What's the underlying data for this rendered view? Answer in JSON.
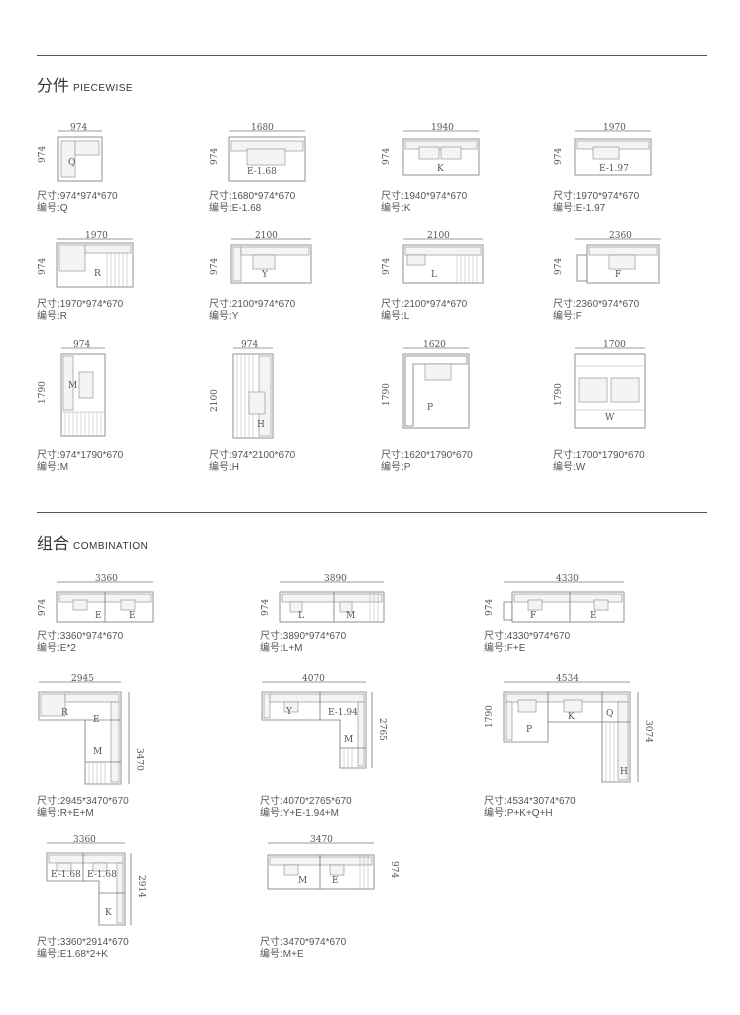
{
  "sections": {
    "piecewise": {
      "title_cn": "分件",
      "title_en": "PIECEWISE"
    },
    "combination": {
      "title_cn": "组合",
      "title_en": "COMBINATION"
    }
  },
  "spec_labels": {
    "size": "尺寸:",
    "code": "编号:"
  },
  "pieces": [
    {
      "w": "974",
      "d": "974",
      "code": "Q",
      "size": "974*974*670",
      "code_label": "Q"
    },
    {
      "w": "1680",
      "d": "974",
      "code": "E-1.68",
      "size": "1680*974*670",
      "code_label": "E-1.68"
    },
    {
      "w": "1940",
      "d": "974",
      "code": "K",
      "size": "1940*974*670",
      "code_label": "K"
    },
    {
      "w": "1970",
      "d": "974",
      "code": "E-1.97",
      "size": "1970*974*670",
      "code_label": "E-1.97"
    },
    {
      "w": "1970",
      "d": "974",
      "code": "R",
      "size": "1970*974*670",
      "code_label": "R"
    },
    {
      "w": "2100",
      "d": "974",
      "code": "Y",
      "size": "2100*974*670",
      "code_label": "Y"
    },
    {
      "w": "2100",
      "d": "974",
      "code": "L",
      "size": "2100*974*670",
      "code_label": "L"
    },
    {
      "w": "2360",
      "d": "974",
      "code": "F",
      "size": "2360*974*670",
      "code_label": "F"
    },
    {
      "w": "974",
      "d": "1790",
      "code": "M",
      "size": "974*1790*670",
      "code_label": "M"
    },
    {
      "w": "974",
      "d": "2100",
      "code": "H",
      "size": "974*2100*670",
      "code_label": "H"
    },
    {
      "w": "1620",
      "d": "1790",
      "code": "P",
      "size": "1620*1790*670",
      "code_label": "P"
    },
    {
      "w": "1700",
      "d": "1790",
      "code": "W",
      "size": "1700*1790*670",
      "code_label": "W"
    }
  ],
  "combos": [
    {
      "w": "3360",
      "d": "974",
      "codes": [
        "E",
        "E"
      ],
      "size": "3360*974*670",
      "code_label": "E*2"
    },
    {
      "w": "3890",
      "d": "974",
      "codes": [
        "L",
        "M"
      ],
      "size": "3890*974*670",
      "code_label": "L+M"
    },
    {
      "w": "4330",
      "d": "974",
      "codes": [
        "F",
        "E"
      ],
      "size": "4330*974*670",
      "code_label": "F+E"
    },
    {
      "w": "2945",
      "d": "3470",
      "codes": [
        "R",
        "E",
        "M"
      ],
      "size": "2945*3470*670",
      "code_label": "R+E+M"
    },
    {
      "w": "4070",
      "d": "2765",
      "codes": [
        "Y",
        "E-1.94",
        "M"
      ],
      "size": "4070*2765*670",
      "code_label": "Y+E-1.94+M"
    },
    {
      "w": "4534",
      "d": "3074",
      "d2": "1790",
      "codes": [
        "P",
        "K",
        "Q",
        "H"
      ],
      "size": "4534*3074*670",
      "code_label": "P+K+Q+H"
    },
    {
      "w": "3360",
      "d": "2914",
      "codes": [
        "E-1.68",
        "E-1.68",
        "K"
      ],
      "size": "3360*2914*670",
      "code_label": "E1.68*2+K"
    },
    {
      "w": "3470",
      "d": "974",
      "codes": [
        "M",
        "E"
      ],
      "size": "3470*974*670",
      "code_label": "M+E"
    }
  ]
}
